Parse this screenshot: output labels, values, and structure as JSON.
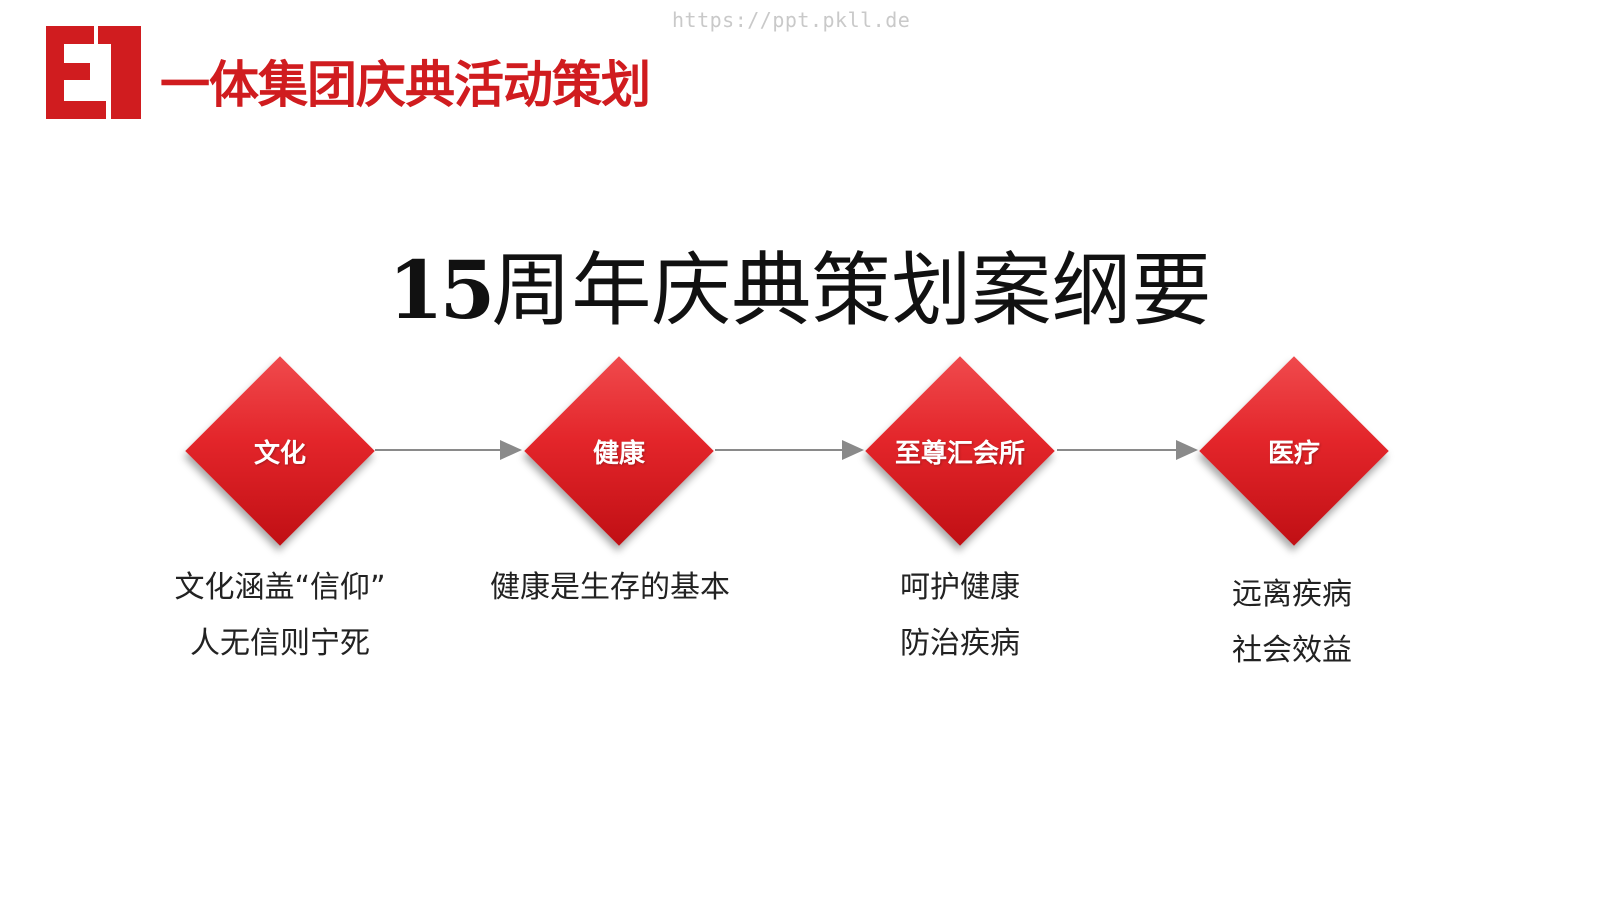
{
  "watermark": "https://ppt.pkll.de",
  "brand": {
    "logo_text": "E1",
    "company_title": "一体集团庆典活动策划",
    "accent_color": "#d01c1f"
  },
  "heading": {
    "number": "15",
    "text": "周年庆典策划案纲要"
  },
  "steps": [
    {
      "label": "文化",
      "lines": [
        "文化涵盖“信仰”",
        "人无信则宁死"
      ]
    },
    {
      "label": "健康",
      "lines": [
        "健康是生存的基本"
      ]
    },
    {
      "label": "至尊汇会所",
      "lines": [
        "呵护健康",
        "防治疾病"
      ]
    },
    {
      "label": "医疗",
      "lines": [
        "远离疾病",
        "社会效益"
      ]
    }
  ],
  "colors": {
    "diamond_top": "#f04a4d",
    "diamond_bottom": "#c00f14",
    "connector": "#8a8a8a"
  }
}
